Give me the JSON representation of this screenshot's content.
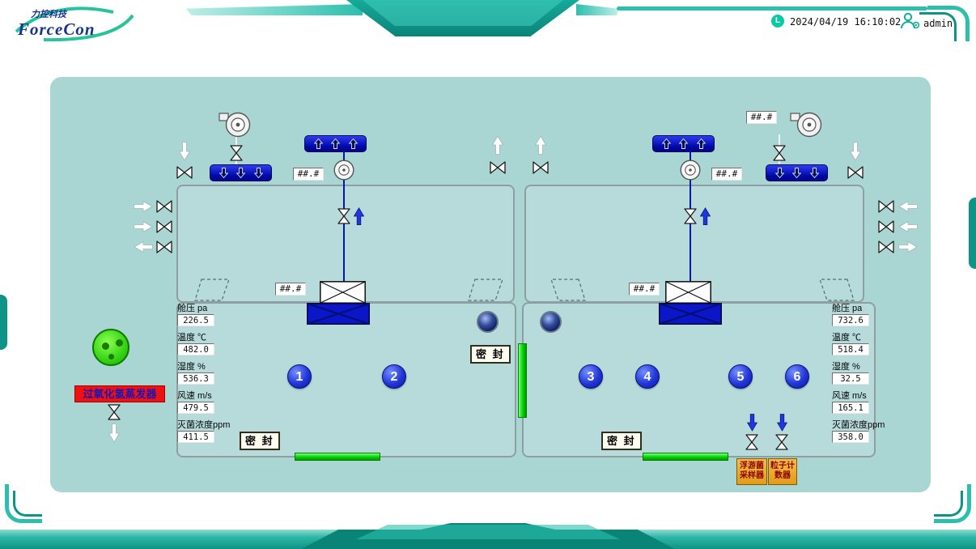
{
  "header": {
    "logo_cn": "力控科技",
    "logo_en": "ForceCon",
    "status_letter": "L",
    "datetime": "2024/04/19 16:10:02",
    "username": "admin"
  },
  "left_chamber": {
    "flow_value": "##.#",
    "damper_value": "##.#",
    "doors": [
      "1",
      "2"
    ],
    "seal_label": "密 封",
    "sensors": [
      {
        "label": "舱压 pa",
        "value": "226.5"
      },
      {
        "label": "温度 ℃",
        "value": "482.0"
      },
      {
        "label": "湿度 %",
        "value": "536.3"
      },
      {
        "label": "风速 m/s",
        "value": "479.5"
      },
      {
        "label": "灭菌浓度ppm",
        "value": "411.5"
      }
    ]
  },
  "right_chamber": {
    "blower_value": "##.#",
    "flow_value": "##.#",
    "damper_value": "##.#",
    "doors": [
      "3",
      "4",
      "5",
      "6"
    ],
    "seal_label": "密 封",
    "sensors": [
      {
        "label": "舱压 pa",
        "value": "732.6"
      },
      {
        "label": "温度 ℃",
        "value": "518.4"
      },
      {
        "label": "湿度 %",
        "value": "32.5"
      },
      {
        "label": "风速 m/s",
        "value": "165.1"
      },
      {
        "label": "灭菌浓度ppm",
        "value": "358.0"
      }
    ]
  },
  "middle": {
    "seal_label": "密 封"
  },
  "equipment": {
    "evaporator_label": "过氧化氢蒸发器",
    "sampler_button": [
      "浮游菌",
      "采样器"
    ],
    "counter_button": [
      "粒子计",
      "数器"
    ]
  },
  "colors": {
    "accent_teal": "#2cbfae",
    "dark_teal": "#0d9486",
    "panel_bg": "#a9d6d3",
    "chamber_bg": "#b7dbdb",
    "fan_blue": "#0a16c8",
    "status_green": "#00d400",
    "alarm_red": "#ee1111",
    "button_orange": "#e8a62e",
    "door_blue": "#1c2ed6"
  }
}
